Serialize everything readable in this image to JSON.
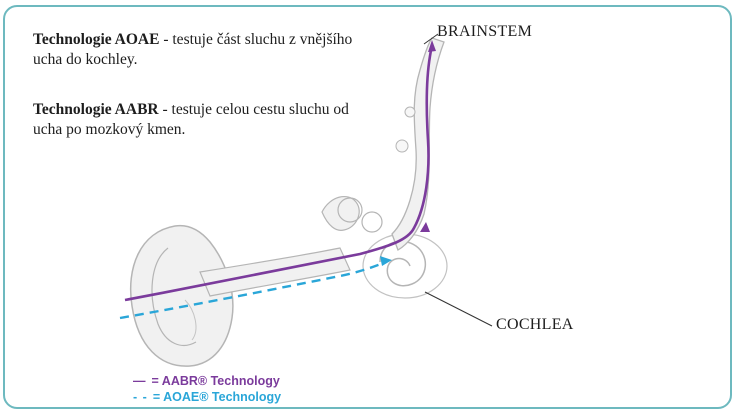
{
  "text": {
    "para1_bold": "Technologie AOAE",
    "para1_rest": " - testuje část sluchu z vnějšího ucha do kochley.",
    "para2_bold": "Technologie AABR",
    "para2_rest": " - testuje celou cestu sluchu od ucha po mozkový kmen."
  },
  "labels": {
    "brainstem": "BRAINSTEM",
    "cochlea": "COCHLEA"
  },
  "legend": {
    "aabr_symbol": "—",
    "aabr_label": "= AABR® Technology",
    "aoae_symbol": "- -",
    "aoae_label": "= AOAE® Technology"
  },
  "colors": {
    "frame": "#6db9bf",
    "aabr": "#7b3b9c",
    "aoae": "#2aa6d8",
    "anatomy_stroke": "#b5b5b5",
    "anatomy_fill": "#f1f1f1"
  }
}
